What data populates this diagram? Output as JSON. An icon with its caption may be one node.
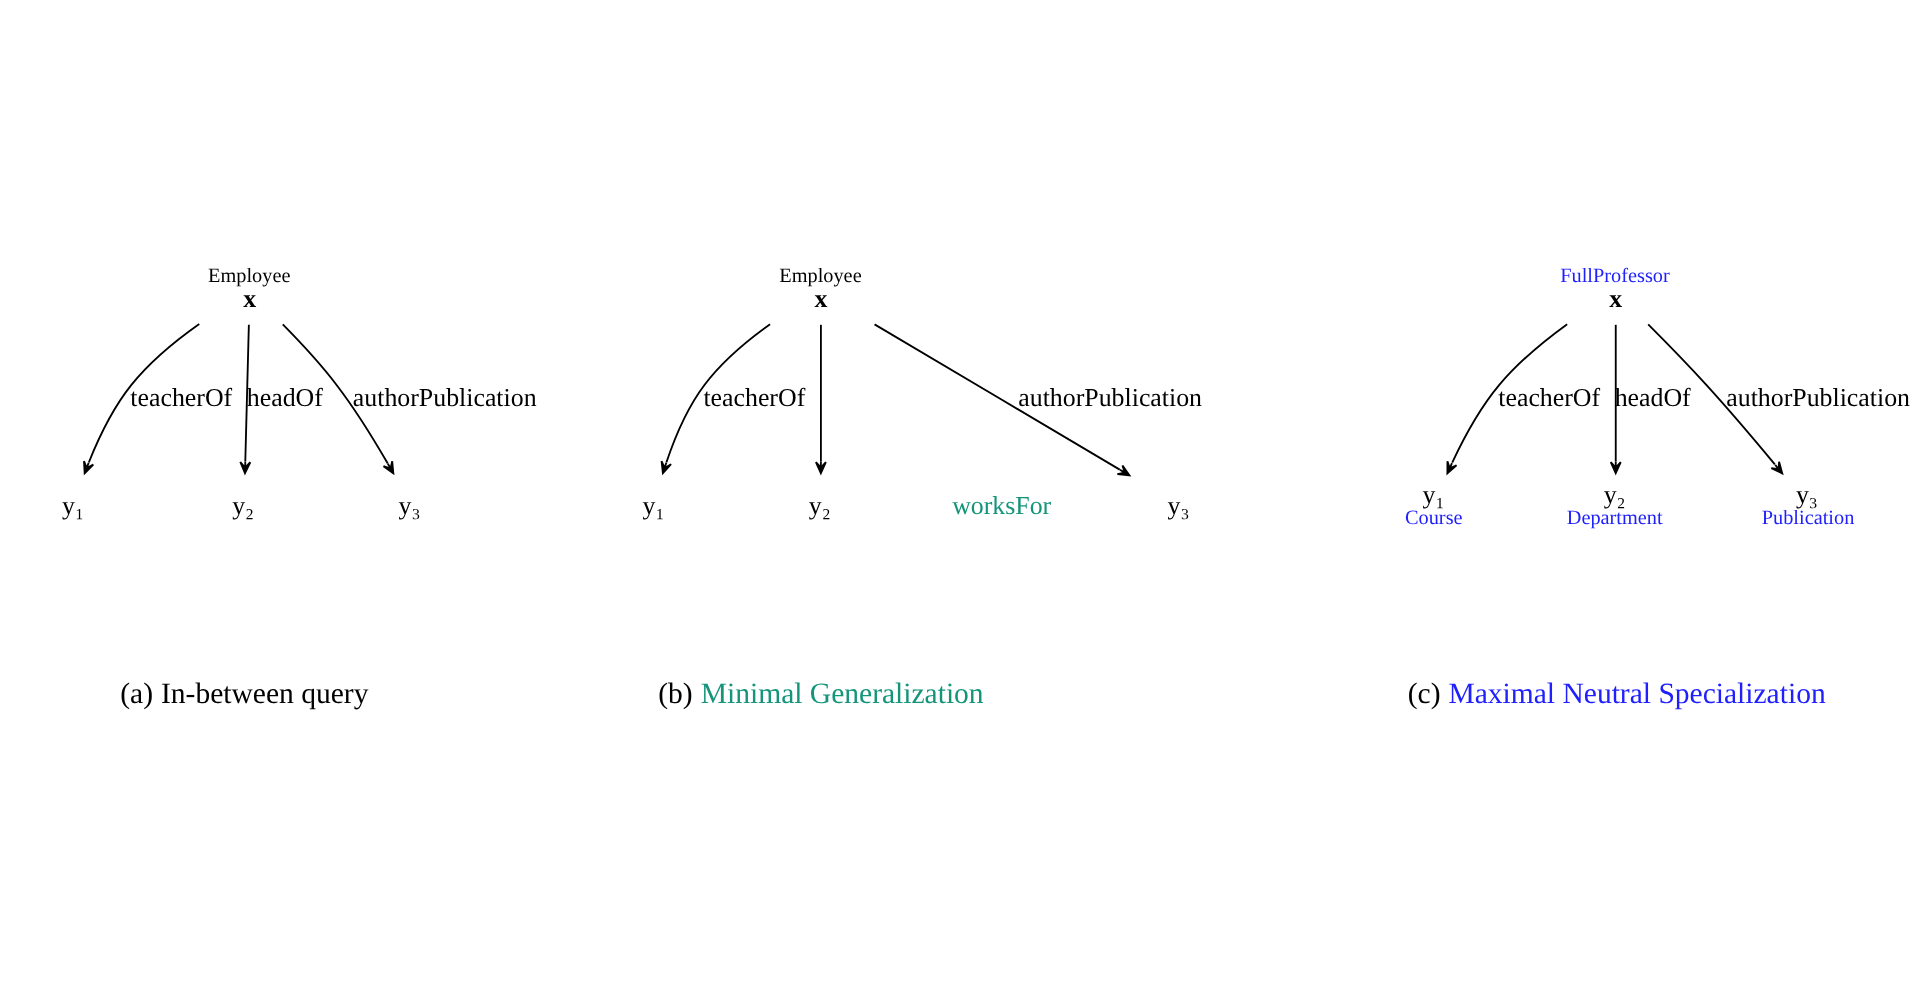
{
  "diagram": {
    "nodes": [
      {
        "text": [
          "x"
        ],
        "beside": [
          "Employee"
        ]
      },
      {
        "text": [
          "y₁"
        ]
      },
      {
        "text": [
          "y₂"
        ]
      },
      {
        "text": [
          "y₃"
        ]
      },
      {
        "text": [
          "x"
        ],
        "beside": [
          "Employee"
        ]
      },
      {
        "text": [
          "y₁"
        ]
      },
      {
        "text": [
          "y₂"
        ]
      },
      {
        "text": [
          "y₃"
        ]
      },
      {
        "text": [
          "x"
        ],
        "beside": [
          "FullProfessor"
        ]
      },
      {
        "text": [
          "y₁"
        ],
        "beside": [
          "Course"
        ]
      },
      {
        "text": [
          "y₂"
        ],
        "beside": [
          "Department"
        ]
      },
      {
        "text": [
          "y₃"
        ],
        "beside": [
          "Publication"
        ]
      }
    ],
    "edges": [
      {
        "from": 0,
        "to": 1,
        "arrow": "to",
        "label": "teacherOf"
      },
      {
        "from": 0,
        "to": 2,
        "arrow": "to",
        "label": "headOf"
      },
      {
        "from": 0,
        "to": 3,
        "arrow": "to",
        "label": "authorPublication"
      },
      {
        "from": 4,
        "to": 5,
        "arrow": "to",
        "label": "teacherOf"
      },
      {
        "from": 4,
        "to": 6,
        "arrow": "to"
      },
      {
        "from": 4,
        "to": 7,
        "arrow": "to",
        "label": "authorPublication"
      },
      {
        "from": 8,
        "to": 9,
        "arrow": "to",
        "label": "teacherOf"
      },
      {
        "from": 8,
        "to": 10,
        "arrow": "to",
        "label": "headOf"
      },
      {
        "from": 8,
        "to": 11,
        "arrow": "to",
        "label": "authorPublication"
      }
    ],
    "labels": [
      "worksFor",
      "(a) In-between query",
      "(b) Minimal Generalization",
      "(c) Maximal Neutral Specialization"
    ]
  }
}
